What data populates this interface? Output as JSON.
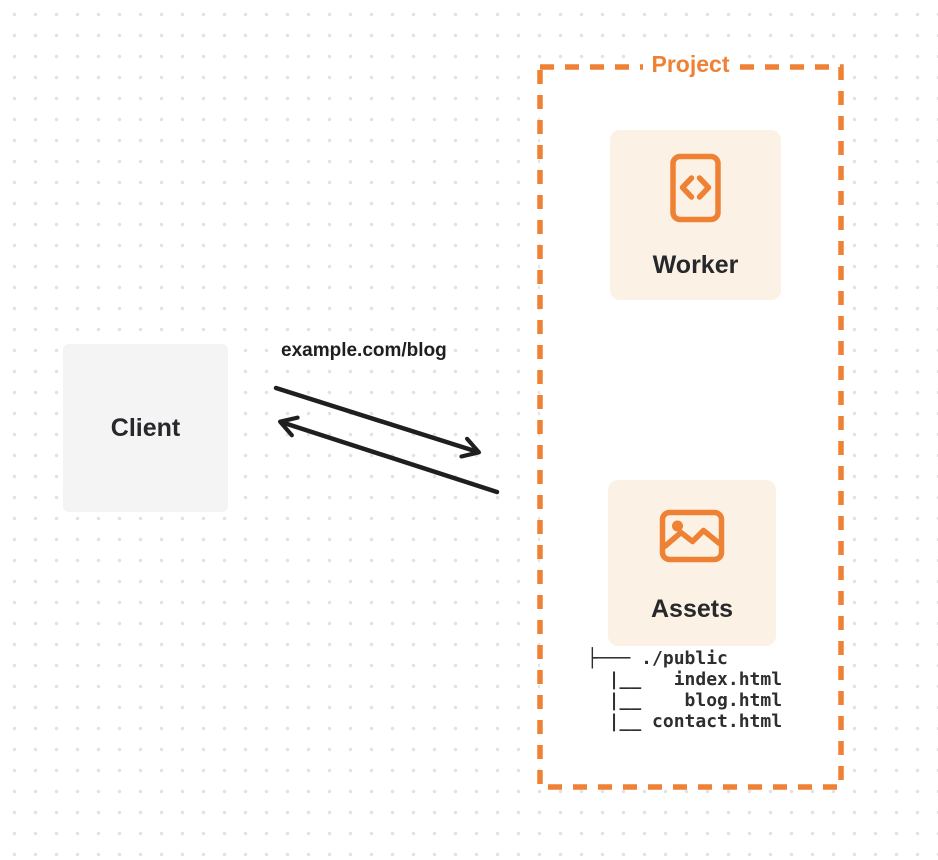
{
  "diagram": {
    "client": {
      "label": "Client"
    },
    "request": {
      "label": "example.com/blog"
    },
    "project": {
      "label": "Project",
      "worker": {
        "label": "Worker",
        "icon": "code-file-icon"
      },
      "assets": {
        "label": "Assets",
        "icon": "image-icon",
        "file_tree": "├─── ./public\n  |__   index.html\n  |__    blog.html\n  |__ contact.html"
      }
    }
  },
  "colors": {
    "accent_orange": "#EE8133",
    "card_background": "#FBF2E5",
    "client_background": "#F4F4F5",
    "arrow_black": "#1F1F1F",
    "dot_grid_gray": "#E3E3E6"
  }
}
